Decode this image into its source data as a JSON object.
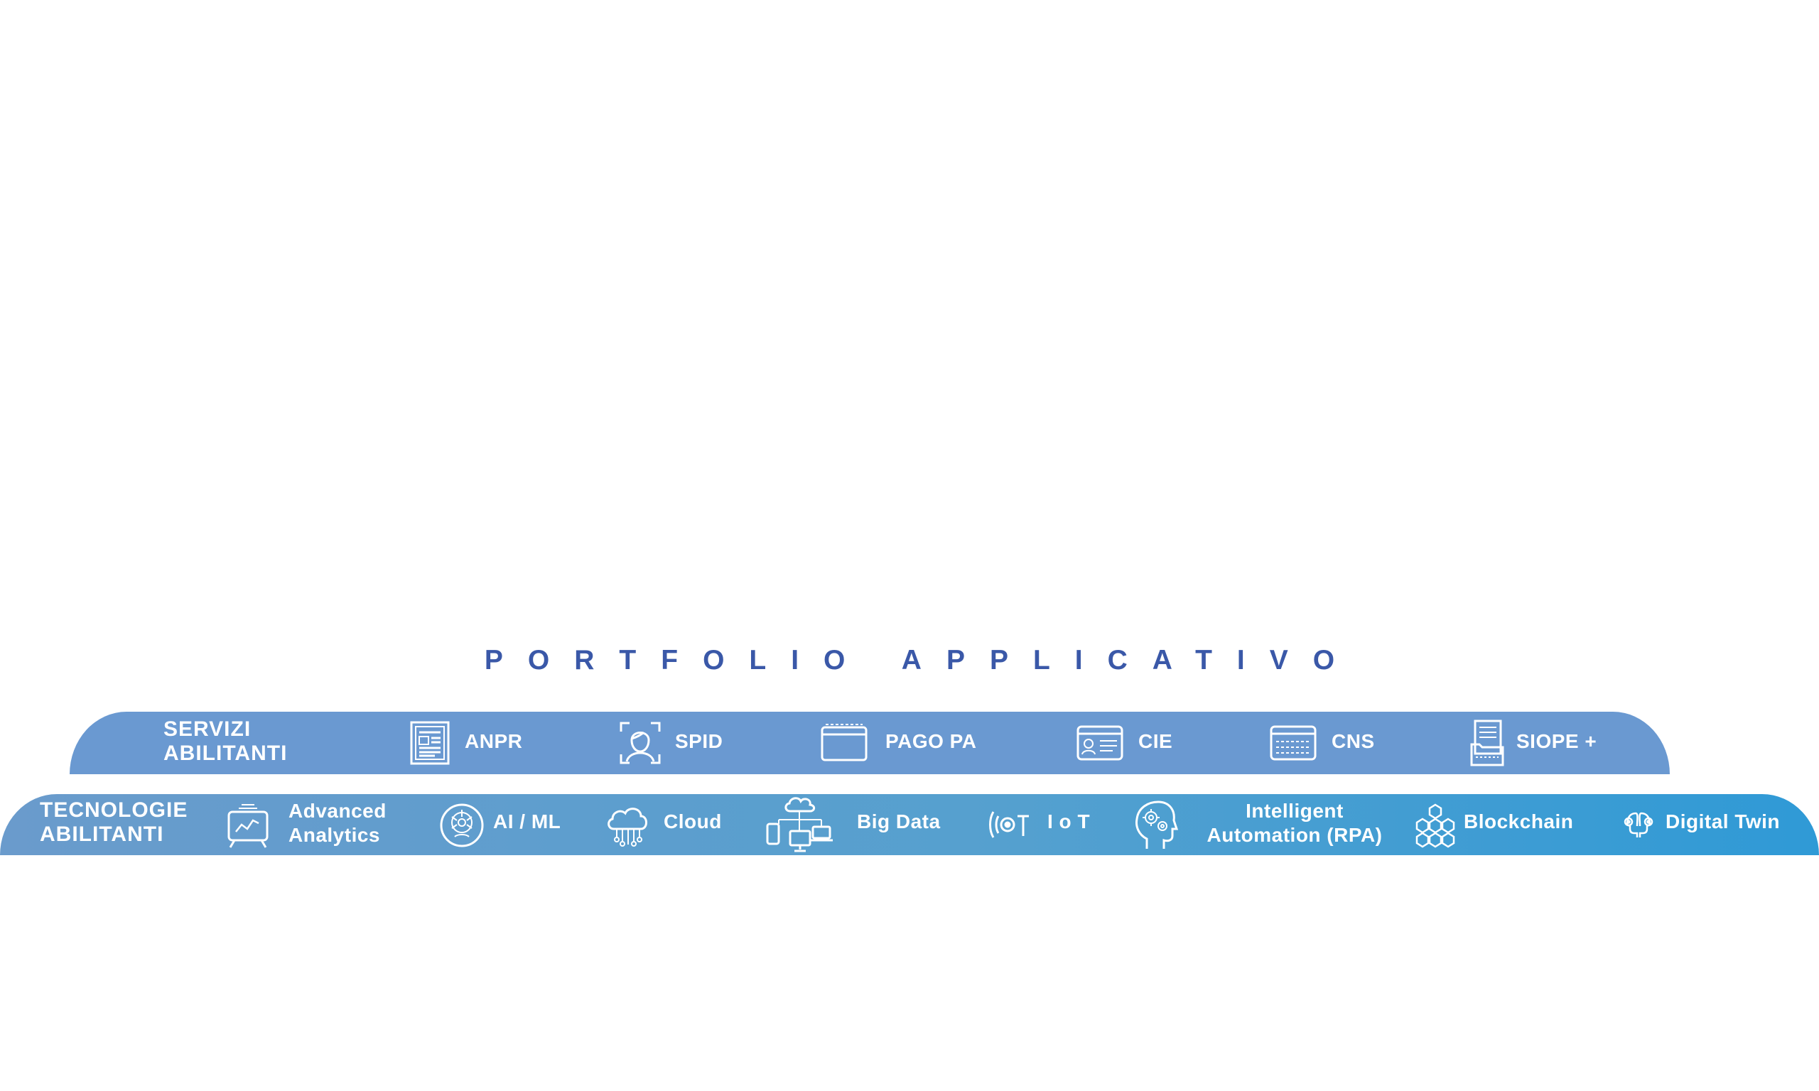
{
  "portfolio": {
    "title": "PORTFOLIO APPLICATIVO"
  },
  "servizi": {
    "title_line1": "SERVIZI",
    "title_line2": "ABILITANTI",
    "items": [
      {
        "label": "ANPR",
        "icon": "document-icon"
      },
      {
        "label": "SPID",
        "icon": "face-id-icon"
      },
      {
        "label": "PAGO PA",
        "icon": "payment-card-icon"
      },
      {
        "label": "CIE",
        "icon": "identity-card-icon"
      },
      {
        "label": "CNS",
        "icon": "smart-card-icon"
      },
      {
        "label": "SIOPE +",
        "icon": "folder-document-icon"
      }
    ]
  },
  "tecnologie": {
    "title_line1": "TECNOLOGIE",
    "title_line2": "ABILITANTI",
    "items": [
      {
        "label_line1": "Advanced",
        "label_line2": "Analytics",
        "icon": "analytics-board-icon"
      },
      {
        "label": "AI / ML",
        "icon": "ai-brain-icon"
      },
      {
        "label": "Cloud",
        "icon": "cloud-network-icon"
      },
      {
        "label": "Big Data",
        "icon": "devices-network-icon"
      },
      {
        "label": "I o T",
        "icon": "iot-icon"
      },
      {
        "label_line1": "Intelligent",
        "label_line2": "Automation (RPA)",
        "icon": "head-gears-icon"
      },
      {
        "label": "Blockchain",
        "icon": "blockchain-icon"
      },
      {
        "label": "Digital Twin",
        "icon": "digital-twin-icon"
      }
    ]
  },
  "colors": {
    "title": "#3a58a8",
    "servizi_band": "#6a99d1",
    "tecnologie_band_start": "#6a9bcc",
    "tecnologie_band_end": "#2f9ad6",
    "text": "#ffffff"
  }
}
